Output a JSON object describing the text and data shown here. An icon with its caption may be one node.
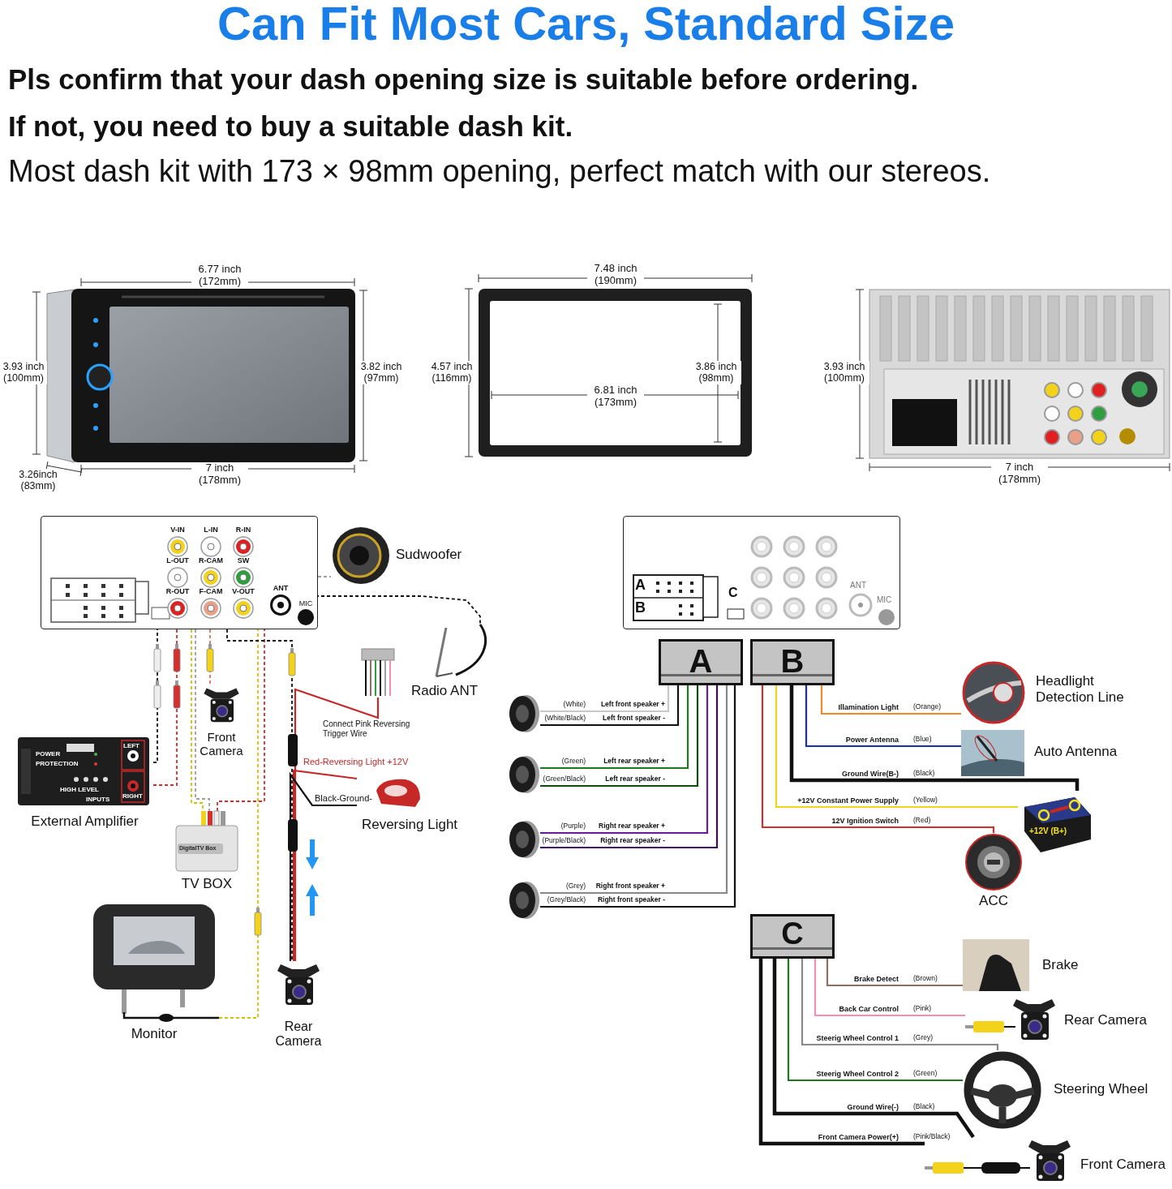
{
  "diagram": {
    "title": "Can Fit Most Cars, Standard Size",
    "nodes": [
      {
        "text": [],
        "shape": "box"
      },
      {
        "text": [
          "V-IN"
        ],
        "in": 0
      },
      {
        "text": [
          "L-IN"
        ],
        "in": 0
      },
      {
        "text": [
          "R-IN"
        ],
        "in": 0
      },
      {
        "text": [
          "L-OUT"
        ],
        "in": 0
      },
      {
        "text": [
          "R-CAM"
        ],
        "in": 0
      },
      {
        "text": [
          "SW"
        ],
        "in": 0
      },
      {
        "text": [
          "R-OUT"
        ],
        "in": 0
      },
      {
        "text": [
          "F-CAM"
        ],
        "in": 0
      },
      {
        "text": [
          "V-OUT"
        ],
        "in": 0
      },
      {
        "text": [
          "ANT"
        ],
        "in": 0
      },
      {
        "text": [
          "MIC"
        ],
        "in": 0
      },
      {
        "text": [
          "Sudwoofer"
        ]
      },
      {
        "text": [],
        "shape": "picture"
      },
      {
        "text": [
          "Radio ANT"
        ]
      },
      {
        "text": [
          "Front Camera"
        ]
      },
      {
        "text": [
          "POWER",
          "PROTECTION",
          "LEFT",
          "RIGHT",
          "HIGH LEVEL",
          "INPUTS",
          "External Amplifier"
        ]
      },
      {
        "text": [
          "Reversing Light"
        ]
      },
      {
        "text": [
          "DigitalTV Box",
          "TV BOX"
        ]
      },
      {
        "text": [
          "Monitor"
        ]
      },
      {
        "text": [
          "Rear Camera"
        ]
      },
      {
        "text": [],
        "shape": "box"
      },
      {
        "text": [
          "A"
        ]
      },
      {
        "text": [
          "B"
        ]
      },
      {
        "text": [],
        "shape": "picture"
      },
      {
        "text": [],
        "shape": "picture"
      },
      {
        "text": [],
        "shape": "picture"
      },
      {
        "text": [],
        "shape": "picture"
      },
      {
        "text": [
          "Headlight Detection Line"
        ]
      },
      {
        "text": [
          "Auto Antenna"
        ]
      },
      {
        "text": [
          "+12V (B+)"
        ]
      },
      {
        "text": [
          "ACC"
        ]
      },
      {
        "text": [
          "C"
        ]
      },
      {
        "text": [
          "Brake"
        ]
      },
      {
        "text": [
          "Rear Camera"
        ]
      },
      {
        "text": [
          "Steering Wheel"
        ]
      },
      {
        "text": [
          "Front Camera"
        ]
      }
    ],
    "edges": [
      {
        "from": 6,
        "to": 12,
        "arrow": "none",
        "style": "dashed",
        "color": "#9e9e9e"
      },
      {
        "from": 10,
        "to": 14,
        "arrow": "none",
        "style": "dashed"
      },
      {
        "from": 4,
        "to": 16,
        "arrow": "none",
        "style": "dashed"
      },
      {
        "from": 7,
        "to": 16,
        "arrow": "none",
        "style": "dashed",
        "color": "#d32f2f"
      },
      {
        "from": 8,
        "to": 15,
        "arrow": "none",
        "style": "dashed",
        "color": "#d9735a"
      },
      {
        "from": 1,
        "to": 18,
        "arrow": "none",
        "style": "dashed",
        "color": "#d4c000"
      },
      {
        "from": 2,
        "to": 18,
        "arrow": "none",
        "style": "dashed",
        "color": "#9e9e9e"
      },
      {
        "from": 3,
        "to": 18,
        "arrow": "none",
        "style": "dashed",
        "color": "#d32f2f"
      },
      {
        "from": 9,
        "to": 19,
        "arrow": "none",
        "style": "dashed",
        "color": "#d4c000"
      },
      {
        "from": 5,
        "to": 20,
        "arrow": "none",
        "style": "dashed"
      },
      {
        "from": 20,
        "to": 13,
        "label": "Connect Pink Reversing Trigger Wire",
        "arrow": "none",
        "color": "#c62828"
      },
      {
        "from": 20,
        "to": 17,
        "label": "Red-Reversing Light +12V",
        "arrow": "none",
        "color": "#c62828"
      },
      {
        "from": 20,
        "to": 17,
        "label": "Black-Ground-",
        "arrow": "none"
      },
      {
        "from": 22,
        "to": 24,
        "label": "Left front speaker +",
        "arrow": "none",
        "color": "#c8c8c8"
      },
      {
        "from": 22,
        "to": 24,
        "label": "Left front speaker -",
        "arrow": "none"
      },
      {
        "from": 22,
        "to": 25,
        "label": "Left rear speaker +",
        "arrow": "none",
        "color": "#1b7a1b"
      },
      {
        "from": 22,
        "to": 25,
        "label": "Left rear speaker -",
        "arrow": "none",
        "color": "#0d4d0d"
      },
      {
        "from": 22,
        "to": 26,
        "label": "Right rear speaker +",
        "arrow": "none",
        "color": "#6a1b9a"
      },
      {
        "from": 22,
        "to": 26,
        "label": "Right rear speaker -",
        "arrow": "none",
        "color": "#3b0a63"
      },
      {
        "from": 22,
        "to": 27,
        "label": "Right front speaker +",
        "arrow": "none",
        "color": "#888888"
      },
      {
        "from": 22,
        "to": 27,
        "label": "Right front speaker -",
        "arrow": "none"
      },
      {
        "from": 23,
        "to": 28,
        "label": "Illamination Light",
        "arrow": "none",
        "color": "#f08a24"
      },
      {
        "from": 23,
        "to": 29,
        "label": "Power Antenna",
        "arrow": "none",
        "color": "#1a2fb0"
      },
      {
        "from": 23,
        "to": 30,
        "label": "Ground Wire(B-)",
        "arrow": "none",
        "style": "thick"
      },
      {
        "from": 23,
        "to": 30,
        "label": "+12V Constant Power Supply",
        "arrow": "none",
        "color": "#e8d81a"
      },
      {
        "from": 23,
        "to": 31,
        "label": "12V Ignition Switch",
        "arrow": "none",
        "color": "#d32f2f"
      },
      {
        "from": 32,
        "to": 33,
        "label": "Brake Detect",
        "arrow": "none",
        "color": "#8d6e63"
      },
      {
        "from": 32,
        "to": 34,
        "label": "Back Car Control",
        "arrow": "none",
        "color": "#f48fb1"
      },
      {
        "from": 32,
        "to": 35,
        "label": "Steerig Wheel Control 1",
        "arrow": "none",
        "color": "#888888"
      },
      {
        "from": 32,
        "to": 35,
        "label": "Steerig Wheel Control 2",
        "arrow": "none",
        "color": "#1b7a1b"
      },
      {
        "from": 32,
        "to": 36,
        "label": "Ground Wire(-)",
        "arrow": "none",
        "style": "thick"
      },
      {
        "from": 32,
        "to": 36,
        "label": "Front Camera Power(+)",
        "arrow": "none",
        "style": "thick"
      }
    ],
    "labels": [
      "Pls confirm that your dash opening size is suitable before ordering.",
      "If not, you need to buy a suitable dash kit.",
      "Most dash kit with 173 × 98mm opening, perfect match with our stereos.",
      "6.77 inch (172mm)",
      "3.93 inch (100mm)",
      "3.82 inch (97mm)",
      "3.26inch (83mm)",
      "7 inch (178mm)",
      "7.48 inch (190mm)",
      "4.57 inch (116mm)",
      "3.86 inch (98mm)",
      "6.81 inch (173mm)",
      "3.93 inch (100mm)",
      "7 inch (178mm)",
      "A",
      "B",
      "C",
      "ANT",
      "MIC",
      "(White)",
      "(White/Black)",
      "(Green)",
      "(Green/Black)",
      "(Purple)",
      "(Purple/Black)",
      "(Grey)",
      "(Grey/Black)",
      "(Orange)",
      "(Blue)",
      "(Black)",
      "(Yellow)",
      "(Red)",
      "(Brown)",
      "(Pink)",
      "(Grey)",
      "(Green)",
      "(Black)",
      "(Pink/Black)"
    ]
  }
}
